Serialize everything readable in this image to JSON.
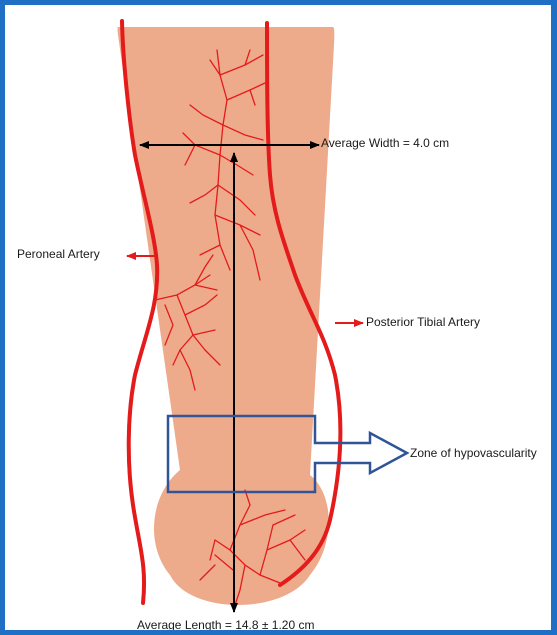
{
  "labels": {
    "average_width": "Average Width = 4.0 cm",
    "peroneal_artery": "Peroneal Artery",
    "posterior_tibial_artery": "Posterior Tibial Artery",
    "zone_hypovascularity": "Zone of hypovascularity",
    "average_length": "Average Length = 14.8 ± 1.20 cm"
  },
  "colors": {
    "frame": "#1f6fc4",
    "tissue": "#eeab8c",
    "artery": "#e41b1b",
    "zone_outline": "#2f5597",
    "measure_line": "#000000"
  }
}
